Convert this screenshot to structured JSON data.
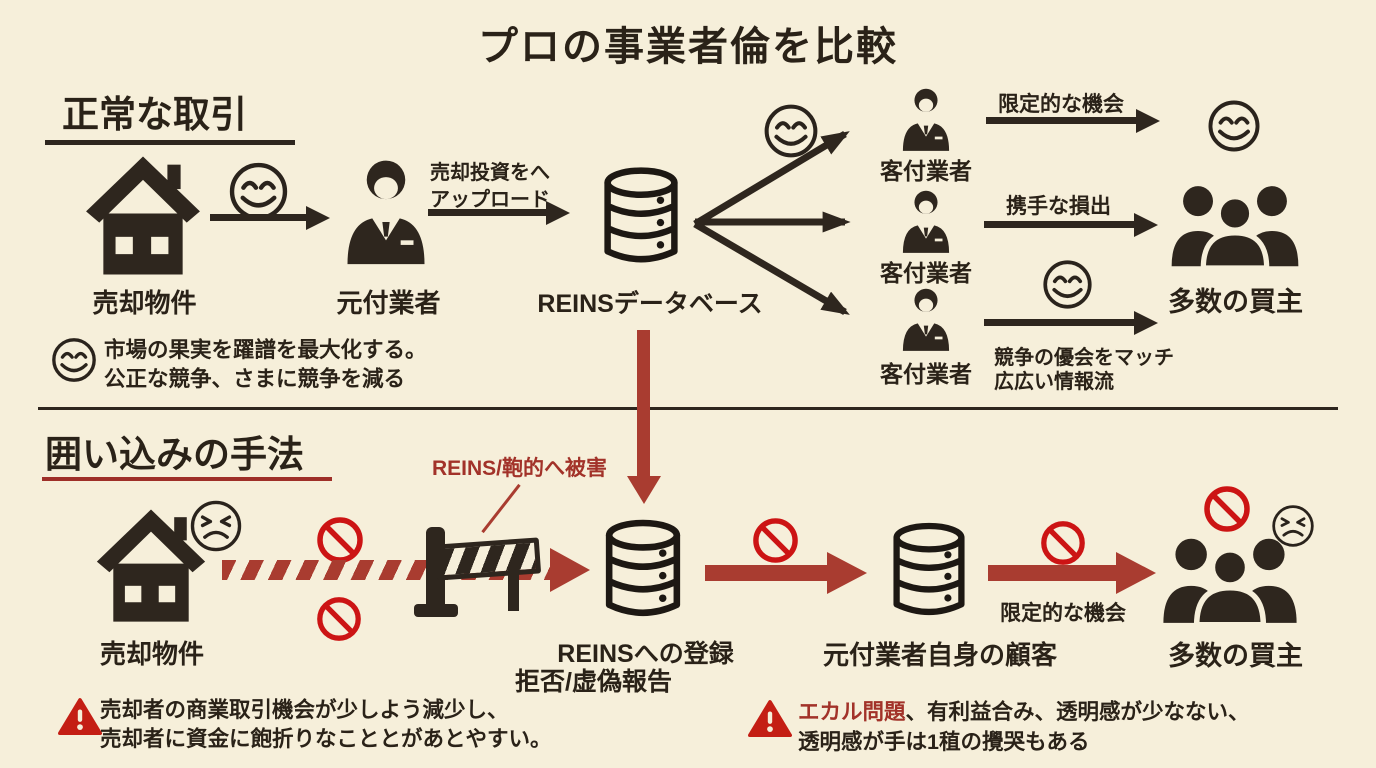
{
  "title": "プロの事業者倫を比較",
  "normal": {
    "heading": "正常な取引",
    "property": "売却物件",
    "listing_agent": "元付業者",
    "upload_note": {
      "line1": "売却投資をへ",
      "line2": "アップロード"
    },
    "database": "REINSデータベース",
    "buyer_agents": [
      {
        "label": "客付業者"
      },
      {
        "label": "客付業者"
      },
      {
        "label": "客付業者"
      }
    ],
    "outcome1": "限定的な機会",
    "outcome2": "携手な損出",
    "outcome3": {
      "line1": "競争の優会をマッチ",
      "line2": "広広い情報流"
    },
    "buyers": "多数の買主",
    "note": {
      "line1": "市場の果実を躍譜を最大化する。",
      "line2": "公正な競争、さまに競争を減る"
    }
  },
  "enclosure": {
    "heading": "囲い込みの手法",
    "block_label": "REINS/鞄的へ被害",
    "property": "売却物件",
    "registration": {
      "line1": "REINSへの登録",
      "line2": "拒否/虚偽報告"
    },
    "own_customers": "元付業者自身の顧客",
    "outcome": "限定的な機会",
    "buyers": "多数の買主",
    "warning_left": {
      "line1": "売却者の商業取引機会が少しよう減少し、",
      "line2": "売却者に資金に飽折りなこととがあとやすい。"
    },
    "warning_right": {
      "highlight": "エカル問題",
      "line1": "、有利益合み、透明感が少なない、",
      "line2": "透明感が手は1稙の攪哭もある"
    }
  },
  "colors": {
    "background": "#f6efda",
    "ink": "#2e261e",
    "arrow_red": "#a93c30",
    "prohibit_red": "#cc1414",
    "warning_red": "#c41e14"
  }
}
